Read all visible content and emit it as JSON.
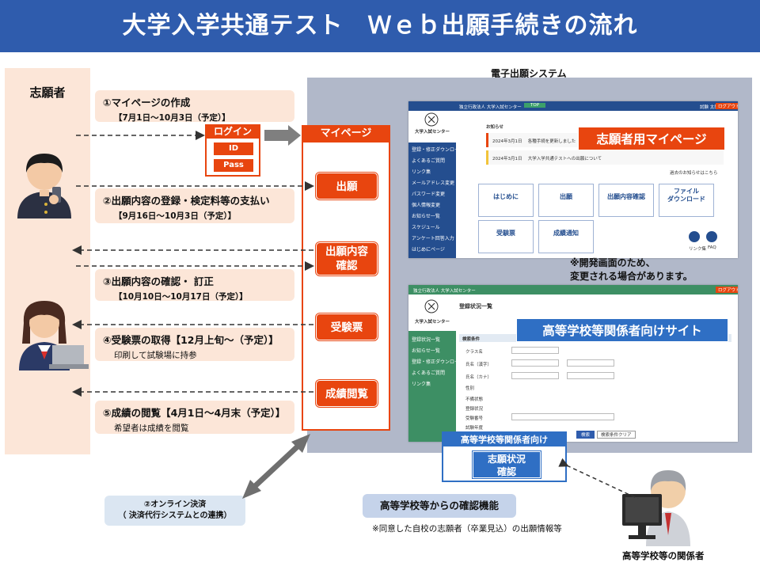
{
  "header": {
    "title": "大学入学共通テスト　Ｗｅｂ出願手続きの流れ"
  },
  "applicant": {
    "label": "志願者"
  },
  "steps": [
    {
      "title": "①マイページの作成",
      "sub": "【7月1日～10月3日（予定）】"
    },
    {
      "title": "②出願内容の登録・検定料等の支払い",
      "sub": "【9月16日～10月3日（予定）】"
    },
    {
      "title": "③出願内容の確認・ 訂正",
      "sub": "【10月10日～10月17日（予定）】"
    },
    {
      "title": "④受験票の取得【12月上旬～（予定）】",
      "sub": "印刷して試験場に持参"
    },
    {
      "title": "⑤成績の閲覧【4月1日～4月末（予定）】",
      "sub": "希望者は成績を閲覧"
    }
  ],
  "login": {
    "label": "ログイン",
    "id": "ID",
    "pass": "Pass"
  },
  "mypage": {
    "label": "マイページ",
    "buttons": [
      "出願",
      "出願内容\n確認",
      "受験票",
      "成績閲覧"
    ]
  },
  "system": {
    "label": "電子出願システム",
    "mypage_tag": "志願者用マイページ",
    "school_tag": "高等学校等関係者向けサイト",
    "dev_note_1": "※開発画面のため、",
    "dev_note_2": "変更される場合があります。"
  },
  "mock_mypage": {
    "org": "独立行政法人 大学入試センター",
    "center": "大学入試センター",
    "top": "TOP",
    "logout": "ログアウト",
    "user": "試験 太郎",
    "notice": "お知らせ",
    "notice_1": "2024年3月1日 　各種手続を更新しました",
    "notice_2": "2024年3月1日 　大学入学共通テストへの出願について",
    "notice_more": "過去のお知らせはこちら",
    "menu": [
      "登録・修正ダウンロード",
      "よくあるご質問",
      "リンク集",
      "メールアドレス変更",
      "パスワード変更",
      "個人情報変更",
      "お知らせ一覧",
      "スケジュール",
      "アンケート回答入力",
      "はじめにページ"
    ],
    "tiles": [
      "はじめに",
      "出願",
      "出願内容確認",
      "ファイル\nダウンロード",
      "受験票",
      "成績通知"
    ],
    "icons": [
      "リンク集",
      "FAQ"
    ]
  },
  "mock_school": {
    "org": "独立行政法人 大学入試センター",
    "center": "大学入試センター",
    "logout": "ログアウト",
    "heading": "登録状況一覧",
    "menu": [
      "登録状況一覧",
      "お知らせ一覧",
      "登録・修正ダウンロード",
      "よくあるご質問",
      "リンク集"
    ],
    "section": "検索条件",
    "rows": [
      "クラス名",
      "氏名（漢字）",
      "氏名（カナ）",
      "性別",
      "不備状態",
      "登録状況",
      "受験番号",
      "試験年度"
    ],
    "search": "検索",
    "clear": "検索条件クリア"
  },
  "school_box": {
    "label": "高等学校等関係者向け",
    "button": "志願状況\n確認"
  },
  "online_pay": {
    "line1": "②オンライン決済",
    "line2": "（ 決済代行システムとの連携）"
  },
  "confirm_func": {
    "label": "高等学校等からの確認機能",
    "note": "※同意した自校の志願者（卒業見込）の出願情報等"
  },
  "school_person": {
    "label": "高等学校等の関係者"
  },
  "colors": {
    "header": "#2f5cad",
    "accent": "#e8450f",
    "school_blue": "#2f6fc4",
    "peach": "#fce6d8"
  }
}
